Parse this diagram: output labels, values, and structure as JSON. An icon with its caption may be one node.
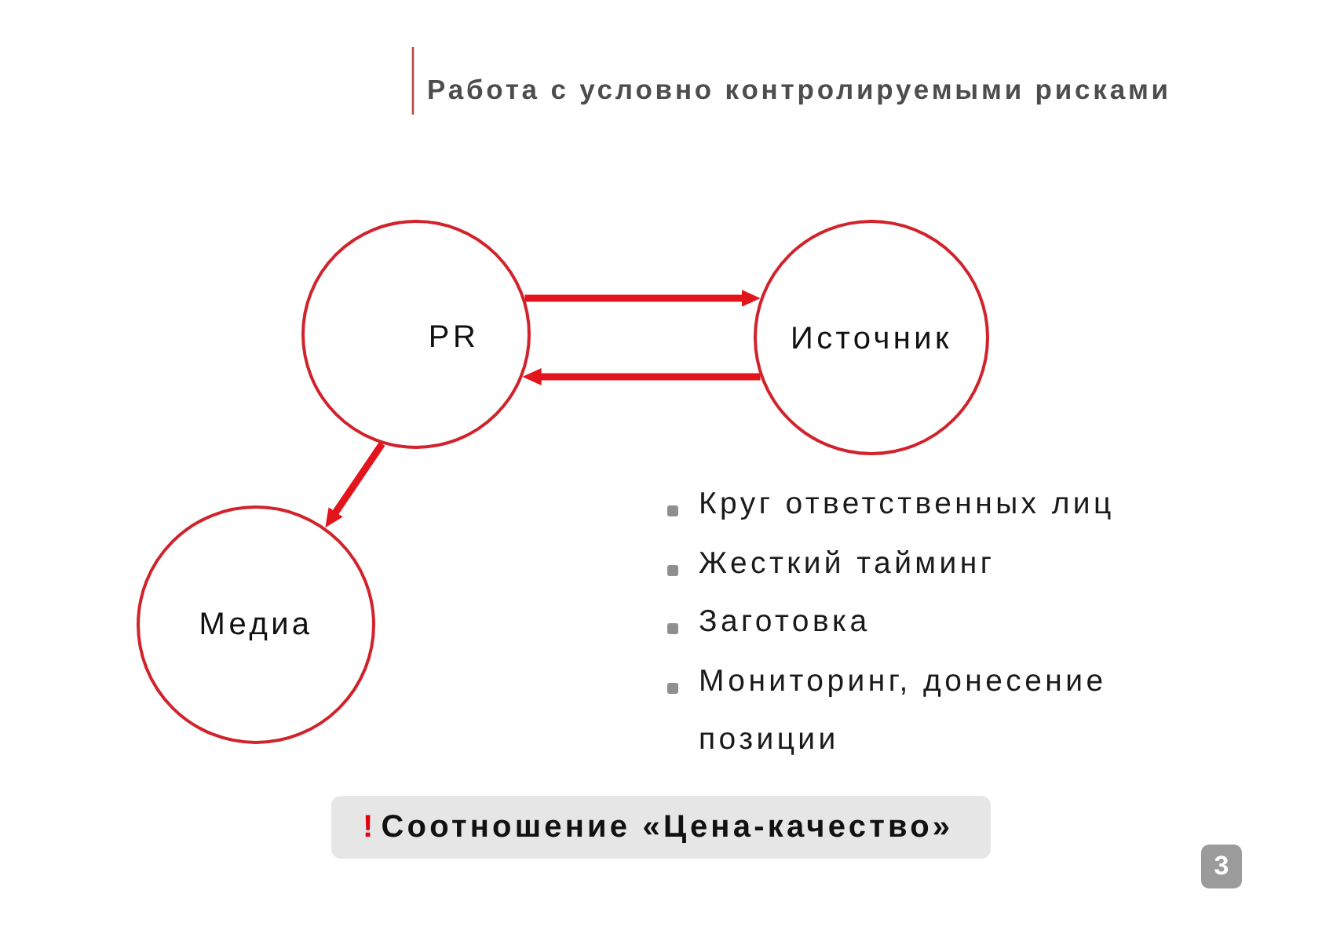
{
  "diagram": {
    "title": "Работа с условно контролируемыми рисками",
    "nodes": [
      {
        "text": [
          "PR"
        ]
      },
      {
        "text": [
          "Источник"
        ]
      },
      {
        "text": [
          "Медиа"
        ]
      },
      {
        "text": [
          "!",
          "Соотношение «Цена-качество»"
        ]
      },
      {
        "text": [
          "3"
        ]
      }
    ],
    "edges": [
      {
        "from": 0,
        "to": 1,
        "arrow": "to"
      },
      {
        "from": 1,
        "to": 0,
        "arrow": "to"
      },
      {
        "from": 0,
        "to": 2,
        "arrow": "to"
      }
    ],
    "labels": [
      "Круг ответственных лиц",
      "Жесткий тайминг",
      "Заготовка",
      "Мониторинг, донесение позиции"
    ]
  }
}
